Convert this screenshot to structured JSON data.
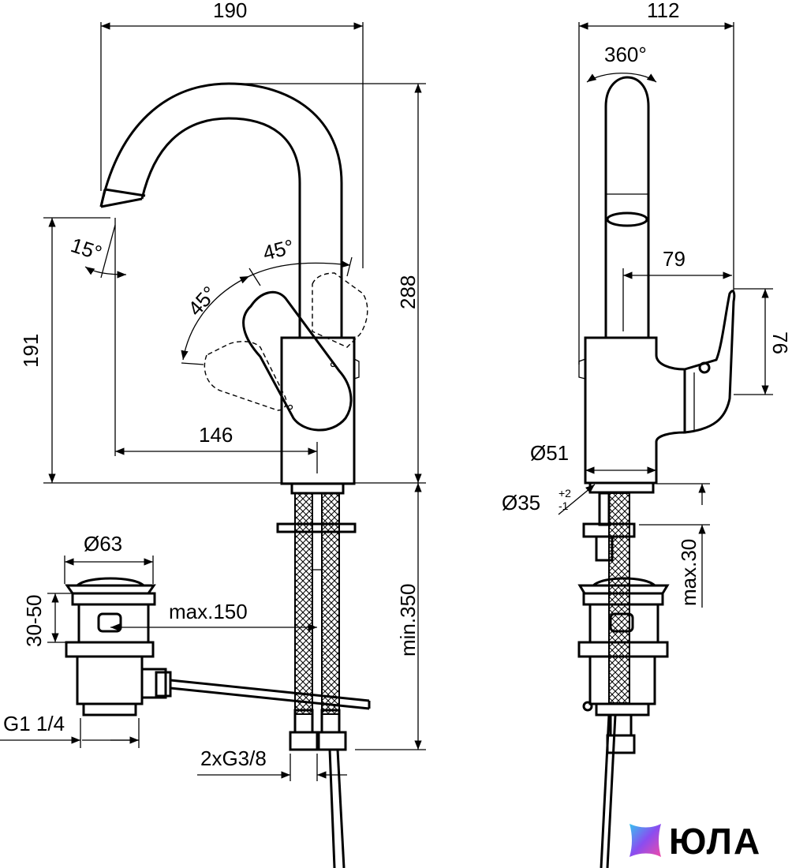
{
  "front_view": {
    "width_overall": "190",
    "height_overall": "288",
    "spout_height": "191",
    "spout_reach": "146",
    "spout_tilt": "15°",
    "lever_angle_left": "45°",
    "lever_angle_right": "45°",
    "hose_length": "min.350",
    "drain_diameter": "Ø63",
    "drain_height": "30-50",
    "rod_length": "max.150",
    "drain_thread": "G1 1/4",
    "hose_thread": "2xG3/8"
  },
  "side_view": {
    "depth_overall": "112",
    "rotation": "360°",
    "lever_reach": "79",
    "lever_height": "76",
    "base_diameter": "Ø51",
    "hole_diameter": "Ø35",
    "hole_tol_upper": "+2",
    "hole_tol_lower": "-1",
    "deck_thickness": "max.30"
  },
  "logo": {
    "text": "ЮЛА"
  }
}
